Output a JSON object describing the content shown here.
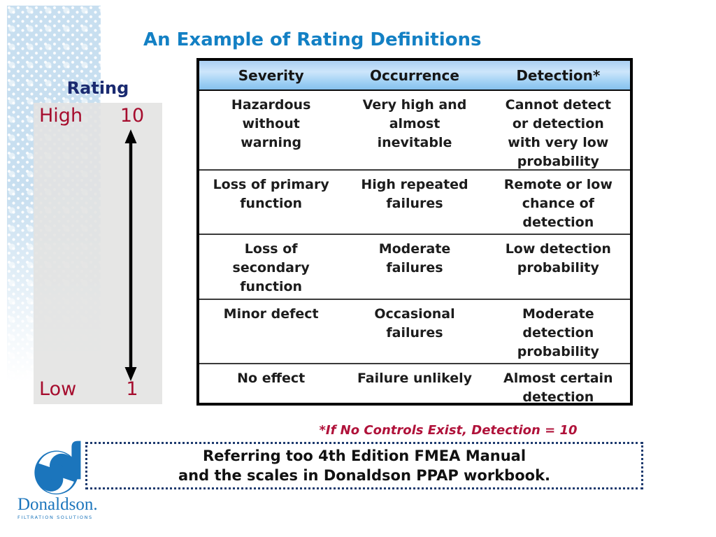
{
  "slide": {
    "title": "An Example of Rating Definitions",
    "footnote": "*If No Controls Exist, Detection = 10",
    "reference_box": {
      "line1": "Referring too 4th Edition FMEA Manual",
      "line2": "and the scales in Donaldson PPAP workbook."
    }
  },
  "rating_scale": {
    "label": "Rating",
    "high_label": "High",
    "high_value": "10",
    "low_label": "Low",
    "low_value": "1"
  },
  "table": {
    "headers": [
      "Severity",
      "Occurrence",
      "Detection*"
    ],
    "rows": [
      [
        "Hazardous\nwithout\nwarning",
        "Very high and\nalmost\ninevitable",
        "Cannot detect\nor detection\nwith very low\nprobability"
      ],
      [
        "Loss of primary\nfunction",
        "High repeated\nfailures",
        "Remote or low\nchance of\ndetection"
      ],
      [
        "Loss of\nsecondary\nfunction",
        "Moderate\nfailures",
        "Low detection\nprobability"
      ],
      [
        "Minor defect",
        "Occasional\nfailures",
        "Moderate\ndetection\nprobability"
      ],
      [
        "No effect",
        "Failure unlikely",
        "Almost certain\ndetection"
      ]
    ]
  },
  "logo": {
    "wordmark": "Donaldson.",
    "tagline": "FILTRATION SOLUTIONS"
  },
  "icons": {
    "rating_arrow": "double-headed-vertical-arrow",
    "logo_mark": "donaldson-d-swirl"
  },
  "colors": {
    "title_blue": "#1380c4",
    "rating_navy": "#1a2a70",
    "scale_crimson": "#a60d2e",
    "footnote_red": "#b0123a",
    "header_gradient_top": "#aacff2",
    "header_gradient_bottom": "#86c1ee",
    "table_border": "#000000",
    "panel_gray": "#e3e2e1",
    "pattern_blue": "#c8dff0",
    "box_border_navy": "#1d3a6e",
    "logo_blue": "#1b75bc"
  }
}
